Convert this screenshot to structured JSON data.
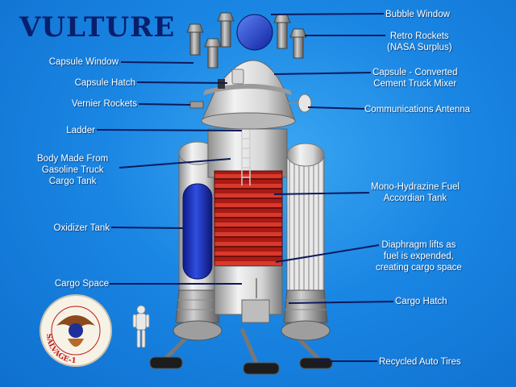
{
  "title": "VULTURE",
  "labels": {
    "bubble_window": "Bubble Window",
    "retro_rockets": [
      "Retro Rockets",
      "(NASA Surplus)"
    ],
    "capsule_converted": [
      "Capsule - Converted",
      "Cement Truck Mixer"
    ],
    "communications_antenna": "Communications Antenna",
    "capsule_window": "Capsule Window",
    "capsule_hatch": "Capsule Hatch",
    "vernier_rockets": "Vernier Rockets",
    "ladder": "Ladder",
    "body_made_from": [
      "Body Made From",
      "Gasoline Truck",
      "Cargo Tank"
    ],
    "mono_hydrazine": [
      "Mono-Hydrazine Fuel",
      "Accordian Tank"
    ],
    "oxidizer_tank": "Oxidizer Tank",
    "diaphragm": [
      "Diaphragm lifts as",
      "fuel is expended,",
      "creating cargo space"
    ],
    "cargo_space": "Cargo Space",
    "cargo_hatch": "Cargo Hatch",
    "recycled_tires": "Recycled Auto Tires"
  },
  "logo": {
    "text": "SALVAGE-1"
  },
  "colors": {
    "background": "#1a86e3",
    "title": "#0a1f6b",
    "leader_line": "#0b1a5e",
    "bubble": "#1d3fc8",
    "oxidizer": "#1d35c9",
    "fuel_bellows": "#c0231b"
  }
}
